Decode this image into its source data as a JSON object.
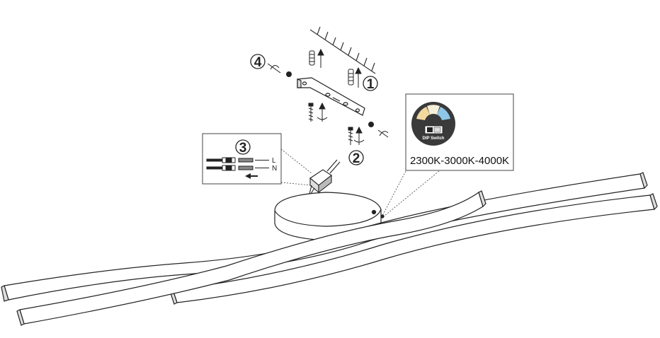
{
  "steps": {
    "step1": "1",
    "step2": "2",
    "step3": "3",
    "step4": "4"
  },
  "wiring": {
    "live": "L",
    "neutral": "N"
  },
  "dip_panel": {
    "switch_label": "DIP Switch",
    "temperatures": "2300K-3000K-4000K",
    "colors": {
      "warm": "#f2d9a0",
      "neutral": "#f4efd8",
      "cool": "#8ec7e8",
      "badge": "#3a3a3a"
    }
  }
}
